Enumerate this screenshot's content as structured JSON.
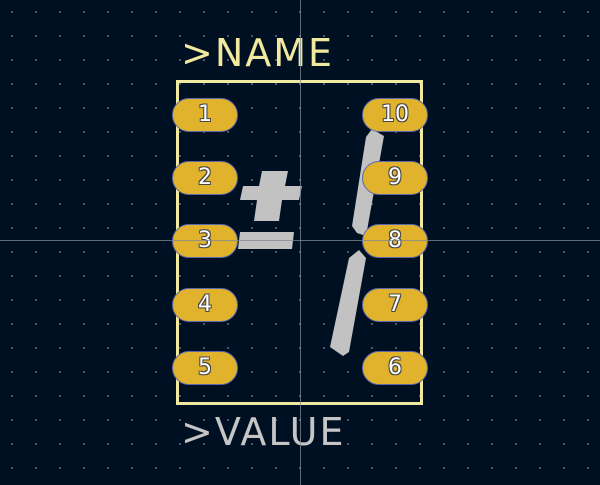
{
  "footprint": {
    "reference": ">NAME",
    "value": ">VALUE",
    "pads": [
      {
        "number": "1",
        "side": "left"
      },
      {
        "number": "2",
        "side": "left"
      },
      {
        "number": "3",
        "side": "left"
      },
      {
        "number": "4",
        "side": "left"
      },
      {
        "number": "5",
        "side": "left"
      },
      {
        "number": "6",
        "side": "right"
      },
      {
        "number": "7",
        "side": "right"
      },
      {
        "number": "8",
        "side": "right"
      },
      {
        "number": "9",
        "side": "right"
      },
      {
        "number": "10",
        "side": "right"
      }
    ]
  },
  "colors": {
    "background": "#001023",
    "reference_text": "#f1ea9e",
    "value_text": "#c5c5c5",
    "pad": "#e1b22b",
    "fab_graphic": "#c2c2c2",
    "crosshair": "#7d8896"
  }
}
